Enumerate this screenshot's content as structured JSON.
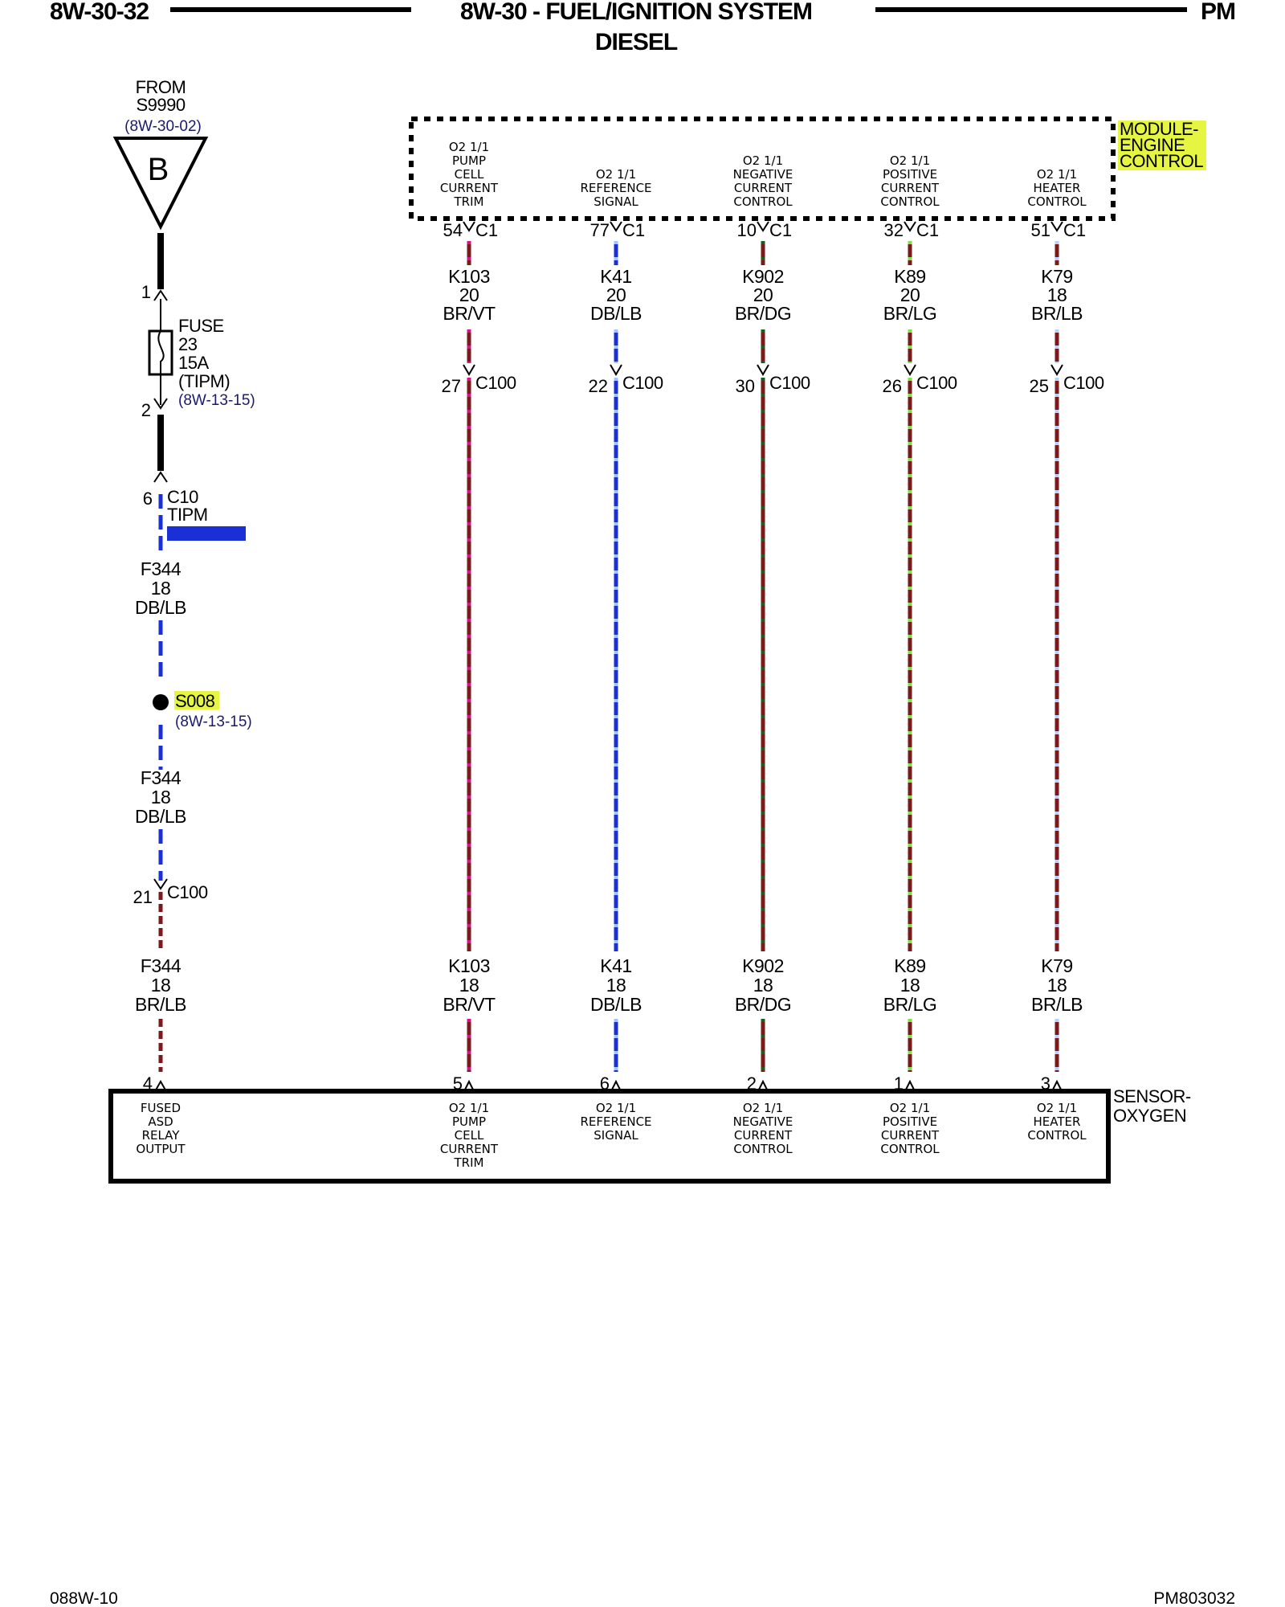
{
  "header": {
    "left": "8W-30-32",
    "title_line1": "8W-30 - FUEL/IGNITION SYSTEM",
    "title_line2": "DIESEL",
    "right": "PM"
  },
  "footer": {
    "left": "088W-10",
    "right": "PM803032"
  },
  "source": {
    "from_label": "FROM",
    "splice": "S9990",
    "ref": "(8W-30-02)",
    "connector_letter": "B"
  },
  "fuse": {
    "pin_top": "1",
    "pin_bottom": "2",
    "label": "FUSE",
    "number": "23",
    "rating": "15A",
    "location": "(TIPM)",
    "ref": "(8W-13-15)"
  },
  "c10": {
    "pin": "6",
    "connector": "C10",
    "module": "TIPM"
  },
  "left_wire_upper": {
    "circuit": "F344",
    "gauge": "18",
    "color": "DB/LB"
  },
  "splice_s008": {
    "name": "S008",
    "ref": "(8W-13-15)"
  },
  "left_wire_mid": {
    "circuit": "F344",
    "gauge": "18",
    "color": "DB/LB"
  },
  "left_c100": {
    "pin": "21",
    "connector": "C100"
  },
  "left_wire_lower": {
    "circuit": "F344",
    "gauge": "18",
    "color": "BR/LB"
  },
  "module_engine": {
    "label1": "MODULE-",
    "label2": "ENGINE",
    "label3": "CONTROL"
  },
  "sensor_oxygen": {
    "label1": "SENSOR-",
    "label2": "OXYGEN"
  },
  "sensor_left": {
    "pin": "4",
    "lines": [
      "FUSED",
      "ASD",
      "RELAY",
      "OUTPUT"
    ]
  },
  "circuits": [
    {
      "pcm_lines": [
        "O2 1/1",
        "PUMP",
        "CELL",
        "CURRENT",
        "TRIM"
      ],
      "pcm_pin": "54",
      "pcm_conn": "C1",
      "upper": {
        "circuit": "K103",
        "gauge": "20",
        "color": "BR/VT"
      },
      "c100_pin": "27",
      "c100": "C100",
      "lower": {
        "circuit": "K103",
        "gauge": "18",
        "color": "BR/VT"
      },
      "sensor_pin": "5",
      "sensor_lines": [
        "O2 1/1",
        "PUMP",
        "CELL",
        "CURRENT",
        "TRIM"
      ],
      "wire_base": "#7a1a1a",
      "wire_stripe": "#d4148c"
    },
    {
      "pcm_lines": [
        "O2 1/1",
        "REFERENCE",
        "SIGNAL"
      ],
      "pcm_pin": "77",
      "pcm_conn": "C1",
      "upper": {
        "circuit": "K41",
        "gauge": "20",
        "color": "DB/LB"
      },
      "c100_pin": "22",
      "c100": "C100",
      "lower": {
        "circuit": "K41",
        "gauge": "18",
        "color": "DB/LB"
      },
      "sensor_pin": "6",
      "sensor_lines": [
        "O2 1/1",
        "REFERENCE",
        "SIGNAL"
      ],
      "wire_base": "#1a2fd6",
      "wire_stripe": "#9fc4ff"
    },
    {
      "pcm_lines": [
        "O2 1/1",
        "NEGATIVE",
        "CURRENT",
        "CONTROL"
      ],
      "pcm_pin": "10",
      "pcm_conn": "C1",
      "upper": {
        "circuit": "K902",
        "gauge": "20",
        "color": "BR/DG"
      },
      "c100_pin": "30",
      "c100": "C100",
      "lower": {
        "circuit": "K902",
        "gauge": "18",
        "color": "BR/DG"
      },
      "sensor_pin": "2",
      "sensor_lines": [
        "O2 1/1",
        "NEGATIVE",
        "CURRENT",
        "CONTROL"
      ],
      "wire_base": "#7a1a1a",
      "wire_stripe": "#1f5a1f"
    },
    {
      "pcm_lines": [
        "O2 1/1",
        "POSITIVE",
        "CURRENT",
        "CONTROL"
      ],
      "pcm_pin": "32",
      "pcm_conn": "C1",
      "upper": {
        "circuit": "K89",
        "gauge": "20",
        "color": "BR/LG"
      },
      "c100_pin": "26",
      "c100": "C100",
      "lower": {
        "circuit": "K89",
        "gauge": "18",
        "color": "BR/LG"
      },
      "sensor_pin": "1",
      "sensor_lines": [
        "O2 1/1",
        "POSITIVE",
        "CURRENT",
        "CONTROL"
      ],
      "wire_base": "#7a1a1a",
      "wire_stripe": "#7ee04a"
    },
    {
      "pcm_lines": [
        "O2 1/1",
        "HEATER",
        "CONTROL"
      ],
      "pcm_pin": "51",
      "pcm_conn": "C1",
      "upper": {
        "circuit": "K79",
        "gauge": "18",
        "color": "BR/LB"
      },
      "c100_pin": "25",
      "c100": "C100",
      "lower": {
        "circuit": "K79",
        "gauge": "18",
        "color": "BR/LB"
      },
      "sensor_pin": "3",
      "sensor_lines": [
        "O2 1/1",
        "HEATER",
        "CONTROL"
      ],
      "wire_base": "#7a1a1a",
      "wire_stripe": "#b8d0ff"
    }
  ],
  "colors": {
    "highlight": "#e6f542",
    "left_blue": "#1a2fd6",
    "left_red": "#7a1a1a"
  }
}
